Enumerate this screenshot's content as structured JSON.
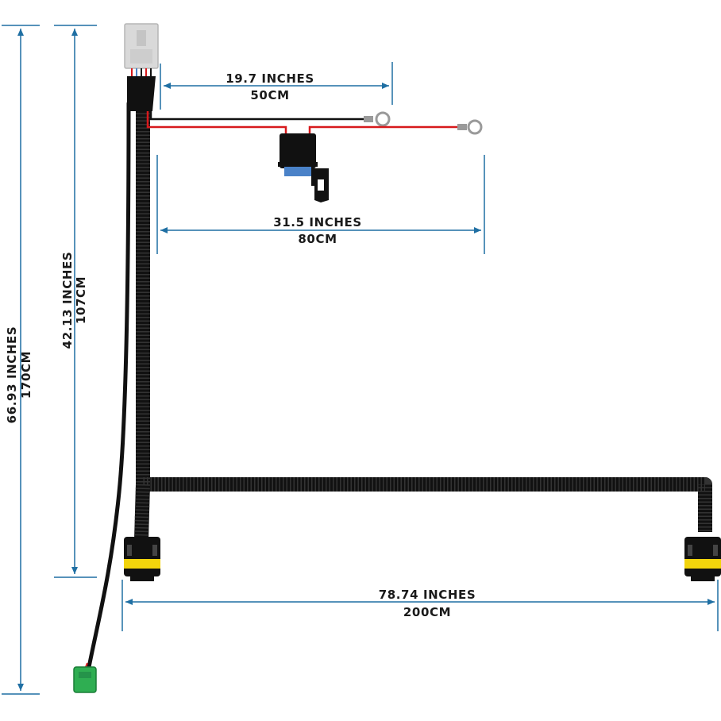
{
  "dimensions": {
    "total_height": {
      "inches": "66.93 INCHES",
      "cm": "170CM"
    },
    "lamp_drop": {
      "inches": "42.13 INCHES",
      "cm": "107CM"
    },
    "ring_short": {
      "inches": "19.7 INCHES",
      "cm": "50CM"
    },
    "ring_long": {
      "inches": "31.5 INCHES",
      "cm": "80CM"
    },
    "lamp_span": {
      "inches": "78.74 INCHES",
      "cm": "200CM"
    }
  },
  "colors": {
    "dimension_line": "#1f6fa3",
    "harness": "#111111",
    "wire_red": "#d7191c",
    "wire_black": "#111111",
    "socket_band": "#f2d40c",
    "connector_green": "#2fae52",
    "plug_grey": "#d9d9d9",
    "fuse_blue": "#4a82c8"
  },
  "components": [
    "main-harness-plug",
    "corrugated-loom",
    "inline-fuse-holder",
    "ring-terminal-black",
    "ring-terminal-red",
    "lamp-socket-left",
    "lamp-socket-right",
    "switch-connector"
  ]
}
